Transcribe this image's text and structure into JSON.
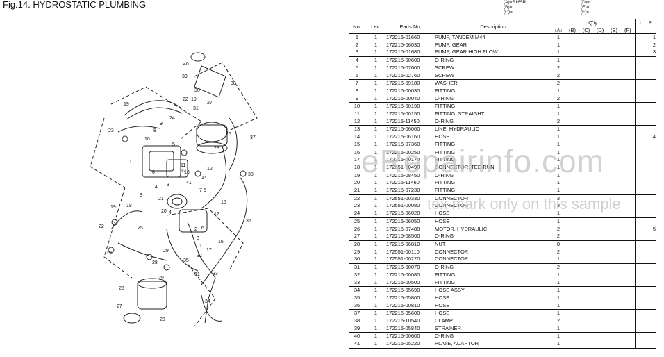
{
  "figure_title": "Fig.14.  HYDROSTATIC PLUMBING",
  "models": [
    "(A)=S165R",
    "(B)=",
    "(C)=",
    "(D)=",
    "(E)=",
    "(F)="
  ],
  "table": {
    "headers": {
      "no": "No.",
      "lev": "Lev.",
      "parts_no": "Parts No.",
      "description": "Description",
      "qty": "Q'ty",
      "i": "I",
      "r": "R"
    },
    "qty_columns": [
      "(A)",
      "(B)",
      "(C)",
      "(D)",
      "(E)",
      "(F)"
    ],
    "rows": [
      {
        "no": "1",
        "lev": "1",
        "part": "172215-01660",
        "desc": "PUMP, TANDEM M44",
        "qty": "1",
        "r": "1"
      },
      {
        "no": "2",
        "lev": "1",
        "part": "172215-06030",
        "desc": "PUMP, GEAR",
        "qty": "1",
        "r": "2"
      },
      {
        "no": "3",
        "lev": "1",
        "part": "172215-01680",
        "desc": "PUMP, GEAR HIGH FLOW",
        "qty": "1",
        "r": "3"
      },
      {
        "no": "4",
        "lev": "1",
        "part": "172215-00600",
        "desc": "O-RING",
        "qty": "1",
        "r": ""
      },
      {
        "no": "5",
        "lev": "1",
        "part": "172215-07600",
        "desc": "SCREW",
        "qty": "2",
        "r": ""
      },
      {
        "no": "6",
        "lev": "1",
        "part": "172215-02760",
        "desc": "SCREW",
        "qty": "2",
        "r": ""
      },
      {
        "no": "7",
        "lev": "1",
        "part": "172215-09180",
        "desc": "WASHER",
        "qty": "2",
        "r": ""
      },
      {
        "no": "8",
        "lev": "1",
        "part": "172215-00030",
        "desc": "FITTING",
        "qty": "1",
        "r": ""
      },
      {
        "no": "9",
        "lev": "1",
        "part": "172216-00040",
        "desc": "O-RING",
        "qty": "2",
        "r": ""
      },
      {
        "no": "10",
        "lev": "1",
        "part": "172215-00190",
        "desc": "FITTING",
        "qty": "1",
        "r": ""
      },
      {
        "no": "11",
        "lev": "1",
        "part": "172215-00150",
        "desc": "FITTING, STRAIGHT",
        "qty": "1",
        "r": ""
      },
      {
        "no": "12",
        "lev": "1",
        "part": "172215-11450",
        "desc": "O-RING",
        "qty": "2",
        "r": ""
      },
      {
        "no": "13",
        "lev": "1",
        "part": "172215-06060",
        "desc": "LINE, HYDRAULIC",
        "qty": "1",
        "r": ""
      },
      {
        "no": "14",
        "lev": "1",
        "part": "172215-06160",
        "desc": "HOSE",
        "qty": "1",
        "r": "4"
      },
      {
        "no": "15",
        "lev": "1",
        "part": "172215-07360",
        "desc": "FITTING",
        "qty": "1",
        "r": ""
      },
      {
        "no": "16",
        "lev": "1",
        "part": "172215-00250",
        "desc": "FITTING",
        "qty": "1",
        "r": ""
      },
      {
        "no": "17",
        "lev": "1",
        "part": "172215-00170",
        "desc": "FITTING",
        "qty": "1",
        "r": ""
      },
      {
        "no": "18",
        "lev": "1",
        "part": "172551-00490",
        "desc": "CONNECTOR, TEE-RUN",
        "qty": "1",
        "r": ""
      },
      {
        "no": "19",
        "lev": "1",
        "part": "172215-08450",
        "desc": "O-RING",
        "qty": "1",
        "r": ""
      },
      {
        "no": "20",
        "lev": "1",
        "part": "172215-11460",
        "desc": "FITTING",
        "qty": "1",
        "r": ""
      },
      {
        "no": "21",
        "lev": "1",
        "part": "172215-07230",
        "desc": "FITTING",
        "qty": "1",
        "r": ""
      },
      {
        "no": "22",
        "lev": "1",
        "part": "172551-00330",
        "desc": "CONNECTOR",
        "qty": "3",
        "r": ""
      },
      {
        "no": "23",
        "lev": "1",
        "part": "172551-00080",
        "desc": "CONNECTOR",
        "qty": "3",
        "r": ""
      },
      {
        "no": "24",
        "lev": "1",
        "part": "172215-06020",
        "desc": "HOSE",
        "qty": "1",
        "r": ""
      },
      {
        "no": "25",
        "lev": "1",
        "part": "172215-06050",
        "desc": "HOSE",
        "qty": "1",
        "r": ""
      },
      {
        "no": "26",
        "lev": "1",
        "part": "172215-07480",
        "desc": "MOTOR, HYDRAULIC",
        "qty": "2",
        "r": "5"
      },
      {
        "no": "27",
        "lev": "1",
        "part": "172215-08560",
        "desc": "O-RING",
        "qty": "2",
        "r": ""
      },
      {
        "no": "28",
        "lev": "1",
        "part": "172215-06810",
        "desc": "NUT",
        "qty": "8",
        "r": ""
      },
      {
        "no": "29",
        "lev": "1",
        "part": "172551-00110",
        "desc": "CONNECTOR",
        "qty": "2",
        "r": ""
      },
      {
        "no": "30",
        "lev": "1",
        "part": "172551-00220",
        "desc": "CONNECTOR",
        "qty": "1",
        "r": ""
      },
      {
        "no": "31",
        "lev": "1",
        "part": "172215-00070",
        "desc": "O-RING",
        "qty": "2",
        "r": ""
      },
      {
        "no": "32",
        "lev": "1",
        "part": "172215-00080",
        "desc": "FITTING",
        "qty": "1",
        "r": ""
      },
      {
        "no": "33",
        "lev": "1",
        "part": "172215-00500",
        "desc": "FITTING",
        "qty": "1",
        "r": ""
      },
      {
        "no": "34",
        "lev": "1",
        "part": "172215-05690",
        "desc": "HOSE ASSY",
        "qty": "1",
        "r": ""
      },
      {
        "no": "35",
        "lev": "1",
        "part": "172215-05800",
        "desc": "HOSE",
        "qty": "1",
        "r": ""
      },
      {
        "no": "36",
        "lev": "1",
        "part": "172215-00810",
        "desc": "HOSE",
        "qty": "1",
        "r": ""
      },
      {
        "no": "37",
        "lev": "1",
        "part": "172215-05600",
        "desc": "HOSE",
        "qty": "1",
        "r": ""
      },
      {
        "no": "38",
        "lev": "1",
        "part": "172215-10540",
        "desc": "CLAMP",
        "qty": "2",
        "r": ""
      },
      {
        "no": "39",
        "lev": "1",
        "part": "172215-05840",
        "desc": "STRAINER",
        "qty": "1",
        "r": ""
      },
      {
        "no": "40",
        "lev": "1",
        "part": "172215-00600",
        "desc": "O-RING",
        "qty": "1",
        "r": ""
      },
      {
        "no": "41",
        "lev": "1",
        "part": "172215-05220",
        "desc": "PLATE, ADAPTOR",
        "qty": "1",
        "r": ""
      }
    ]
  },
  "diagram": {
    "callouts": [
      "1",
      "2",
      "3",
      "4",
      "5",
      "6",
      "7",
      "8",
      "9",
      "10",
      "11",
      "12",
      "13",
      "14",
      "15",
      "16",
      "17",
      "18",
      "19",
      "19",
      "19",
      "20",
      "21",
      "22",
      "23",
      "24",
      "25",
      "26",
      "27",
      "27",
      "28",
      "28",
      "28",
      "29",
      "30",
      "31",
      "31",
      "32",
      "33",
      "34",
      "35",
      "36",
      "37",
      "38",
      "38",
      "39",
      "40",
      "41"
    ]
  },
  "watermark": {
    "main": "eRepairinfo.com",
    "sub": "tex mark only on this sample"
  }
}
